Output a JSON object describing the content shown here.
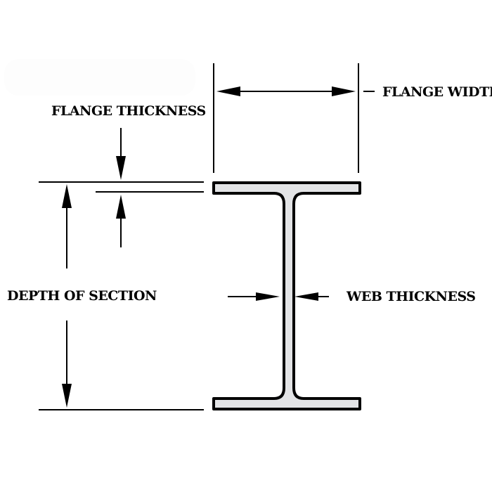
{
  "diagram": {
    "title": "Steel I-Beam Cross Section Dimensions",
    "labels": {
      "flange_thickness": "FLANGE THICKNESS",
      "flange_width": "FLANGE WIDTH",
      "depth_of_section": "DEPTH OF SECTION",
      "web_thickness": "WEB THICKNESS"
    },
    "colors": {
      "beam_fill": "#e3e4e6",
      "outline": "#000000",
      "background": "#ffffff"
    }
  }
}
